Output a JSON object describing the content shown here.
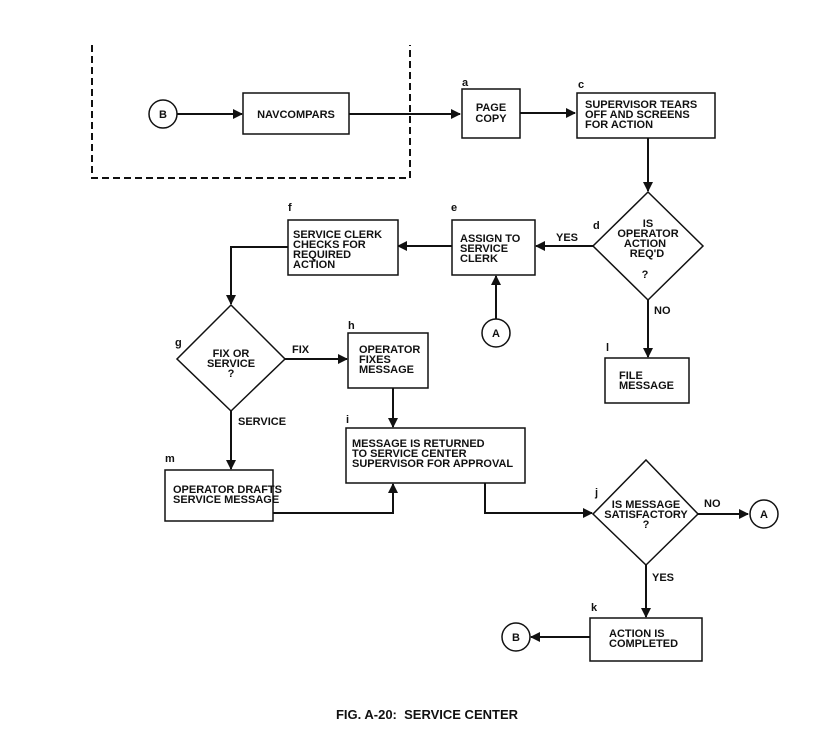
{
  "figure": {
    "caption": "FIG. A-20:  SERVICE CENTER"
  },
  "nodes": {
    "connector_b_start": {
      "text": "B"
    },
    "navcompars": {
      "lines": [
        "NAVCOMPARS"
      ]
    },
    "a": {
      "step": "a",
      "lines": [
        "PAGE",
        "COPY"
      ]
    },
    "c": {
      "step": "c",
      "lines": [
        "SUPERVISOR TEARS",
        "OFF AND SCREENS",
        "FOR ACTION"
      ]
    },
    "d": {
      "step": "d",
      "lines": [
        "IS",
        "OPERATOR",
        "ACTION",
        "REQ'D",
        "?"
      ]
    },
    "e": {
      "step": "e",
      "lines": [
        "ASSIGN TO",
        "SERVICE",
        "CLERK"
      ]
    },
    "f": {
      "step": "f",
      "lines": [
        "SERVICE CLERK",
        "CHECKS FOR",
        "REQUIRED",
        "ACTION"
      ]
    },
    "connector_a_in": {
      "text": "A"
    },
    "g": {
      "step": "g",
      "lines": [
        "FIX OR",
        "SERVICE",
        "?"
      ]
    },
    "h": {
      "step": "h",
      "lines": [
        "OPERATOR",
        "FIXES",
        "MESSAGE"
      ]
    },
    "i": {
      "step": "i",
      "lines": [
        "MESSAGE IS RETURNED",
        "TO SERVICE CENTER",
        "SUPERVISOR FOR APPROVAL"
      ]
    },
    "l": {
      "step": "l",
      "lines": [
        "FILE",
        "MESSAGE"
      ]
    },
    "m": {
      "step": "m",
      "lines": [
        "OPERATOR DRAFTS",
        "SERVICE MESSAGE"
      ]
    },
    "j": {
      "step": "j",
      "lines": [
        "IS MESSAGE",
        "SATISFACTORY",
        "?"
      ]
    },
    "connector_a_out": {
      "text": "A"
    },
    "k": {
      "step": "k",
      "lines": [
        "ACTION IS",
        "COMPLETED"
      ]
    },
    "connector_b_end": {
      "text": "B"
    }
  },
  "edge_labels": {
    "d_yes": "YES",
    "d_no": "NO",
    "g_fix": "FIX",
    "g_service": "SERVICE",
    "j_no": "NO",
    "j_yes": "YES"
  }
}
